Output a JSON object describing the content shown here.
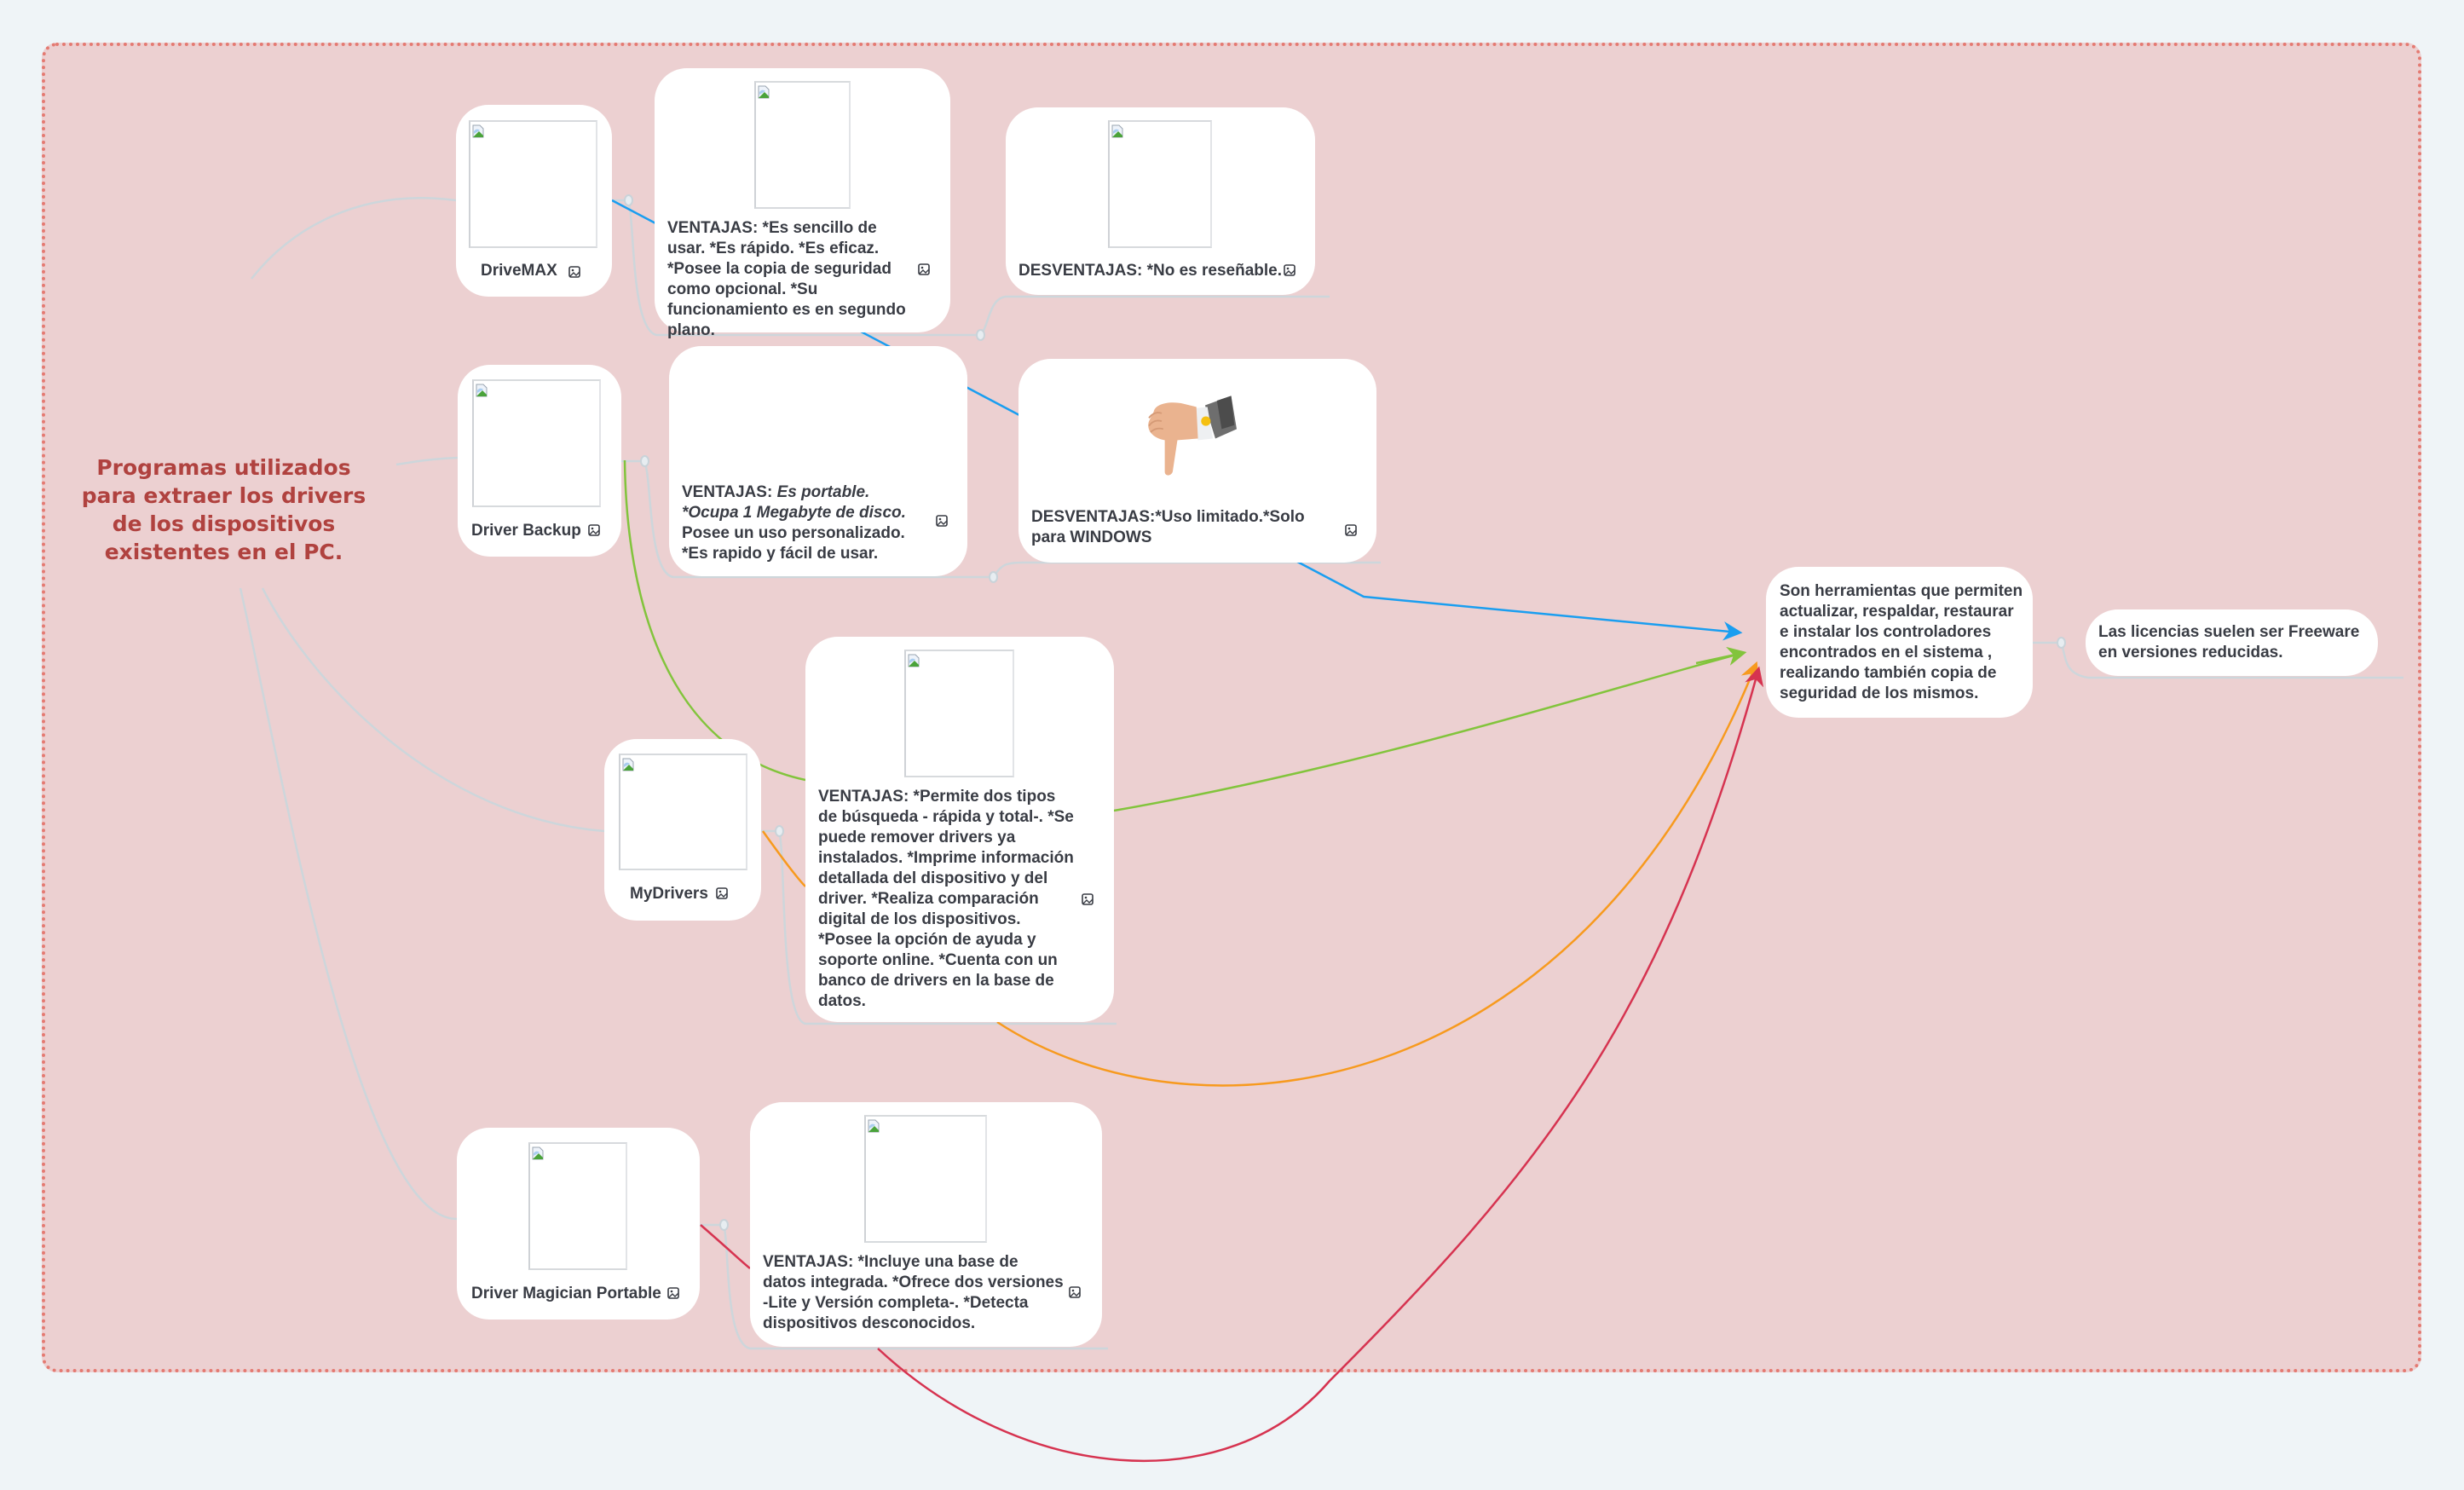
{
  "central_topic": {
    "text": "Programas utilizados para extraer los drivers de los dispositivos existentes en el PC.",
    "color": "#b0423f"
  },
  "colors": {
    "canvas_bg": "#eff4f7",
    "board_bg": "#ecd0d1",
    "board_border": "#e47a72",
    "node_bg": "#ffffff",
    "node_text": "#393c44",
    "connector_grey": "#cdd6db",
    "arrow_blue": "#1a9ef0",
    "arrow_green": "#82c43c",
    "arrow_orange": "#f79a1e",
    "arrow_red": "#d63350"
  },
  "programs": [
    {
      "name": "DriveMAX",
      "icon": "image-icon",
      "ventajas": "VENTAJAS: *Es sencillo de usar. *Es rápido. *Es eficaz. *Posee la copia de seguridad como opcional. *Su funcionamiento es en segundo plano.",
      "desventajas": "DESVENTAJAS: *No es reseñable."
    },
    {
      "name": "Driver Backup",
      "icon": "image-icon",
      "ventajas_prefix": "VENTAJAS: ",
      "ventajas_italic": "Es portable. *Ocupa 1 Megabyte de disco.",
      "ventajas_rest": " Posee un uso personalizado. *Es rapido y fácil de usar.",
      "desventajas": "DESVENTAJAS:*Uso limitado.*Solo para WINDOWS",
      "desventajas_image": "thumbs-down-hand"
    },
    {
      "name": "MyDrivers",
      "icon": "image-icon",
      "ventajas": "VENTAJAS: *Permite dos tipos de búsqueda - rápida y total-. *Se puede remover drivers ya instalados. *Imprime información detallada del dispositivo y del driver. *Realiza comparación digital de los dispositivos. *Posee la opción de ayuda y soporte online. *Cuenta con un banco de drivers en la base de datos."
    },
    {
      "name": "Driver Magician Portable",
      "icon": "image-icon",
      "ventajas": "VENTAJAS: *Incluye una base de datos integrada. *Ofrece dos versiones -Lite y Versión completa-. *Detecta dispositivos desconocidos."
    }
  ],
  "summary": {
    "text": "Son herramientas que permiten actualizar, respaldar, restaurar e instalar los controladores encontrados en el sistema , realizando también copia de seguridad de los mismos.",
    "child": "Las licencias suelen ser Freeware en versiones reducidas."
  }
}
